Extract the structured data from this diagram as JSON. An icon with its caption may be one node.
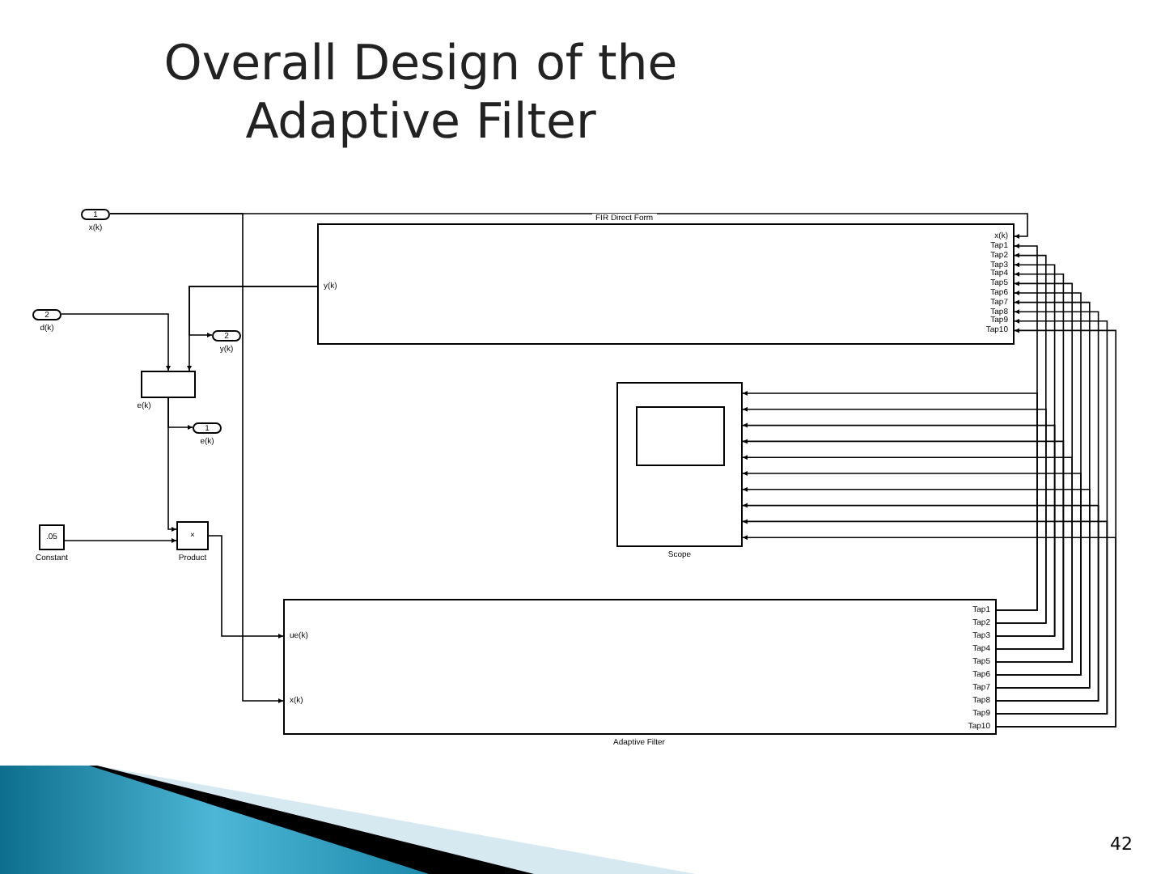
{
  "diagram": {
    "title": "Overall Design of the Adaptive Filter",
    "nodes": [
      {
        "text": [
          "1"
        ],
        "beside": [
          "x(k)"
        ]
      },
      {
        "text": [
          "2"
        ],
        "beside": [
          "d(k)"
        ]
      },
      {
        "text": [
          "x(k)",
          "y(k)",
          "Tap1",
          "Tap2",
          "Tap3",
          "Tap4",
          "Tap5",
          "Tap6",
          "Tap7",
          "Tap8",
          "Tap9",
          "Tap10"
        ],
        "beside": [
          "FIR Direct Form"
        ]
      },
      {
        "text": [
          "2"
        ],
        "beside": [
          "y(k)"
        ]
      },
      {
        "text": [],
        "shape": "box",
        "beside": [
          "e(k)"
        ]
      },
      {
        "text": [
          "1"
        ],
        "beside": [
          "e(k)"
        ]
      },
      {
        "text": [
          ".05"
        ],
        "beside": [
          "Constant"
        ]
      },
      {
        "text": [
          "×"
        ],
        "beside": [
          "Product"
        ]
      },
      {
        "text": [],
        "shape": "box",
        "beside": [
          "Scope"
        ]
      },
      {
        "text": [
          "ue(k)",
          "x(k)",
          "Tap1",
          "Tap2",
          "Tap3",
          "Tap4",
          "Tap5",
          "Tap6",
          "Tap7",
          "Tap8",
          "Tap9",
          "Tap10"
        ],
        "beside": [
          "Adaptive Filter"
        ]
      }
    ],
    "edges": [
      {
        "from": 0,
        "to": 2,
        "arrow": "to"
      },
      {
        "from": 0,
        "to": 9,
        "arrow": "to"
      },
      {
        "from": 1,
        "to": 4,
        "arrow": "to"
      },
      {
        "from": 2,
        "to": 4,
        "arrow": "to"
      },
      {
        "from": 2,
        "to": 3,
        "arrow": "to"
      },
      {
        "from": 4,
        "to": 5,
        "arrow": "to"
      },
      {
        "from": 4,
        "to": 7,
        "arrow": "to"
      },
      {
        "from": 6,
        "to": 7,
        "arrow": "to"
      },
      {
        "from": 7,
        "to": 9,
        "arrow": "to"
      },
      {
        "from": 9,
        "to": 2,
        "arrow": "to"
      },
      {
        "from": 9,
        "to": 2,
        "arrow": "to"
      },
      {
        "from": 9,
        "to": 2,
        "arrow": "to"
      },
      {
        "from": 9,
        "to": 2,
        "arrow": "to"
      },
      {
        "from": 9,
        "to": 2,
        "arrow": "to"
      },
      {
        "from": 9,
        "to": 2,
        "arrow": "to"
      },
      {
        "from": 9,
        "to": 2,
        "arrow": "to"
      },
      {
        "from": 9,
        "to": 2,
        "arrow": "to"
      },
      {
        "from": 9,
        "to": 2,
        "arrow": "to"
      },
      {
        "from": 9,
        "to": 2,
        "arrow": "to"
      },
      {
        "from": 9,
        "to": 8,
        "arrow": "to"
      },
      {
        "from": 9,
        "to": 8,
        "arrow": "to"
      },
      {
        "from": 9,
        "to": 8,
        "arrow": "to"
      },
      {
        "from": 9,
        "to": 8,
        "arrow": "to"
      },
      {
        "from": 9,
        "to": 8,
        "arrow": "to"
      },
      {
        "from": 9,
        "to": 8,
        "arrow": "to"
      },
      {
        "from": 9,
        "to": 8,
        "arrow": "to"
      },
      {
        "from": 9,
        "to": 8,
        "arrow": "to"
      },
      {
        "from": 9,
        "to": 8,
        "arrow": "to"
      },
      {
        "from": 9,
        "to": 8,
        "arrow": "to"
      }
    ],
    "labels": [
      "42"
    ]
  }
}
